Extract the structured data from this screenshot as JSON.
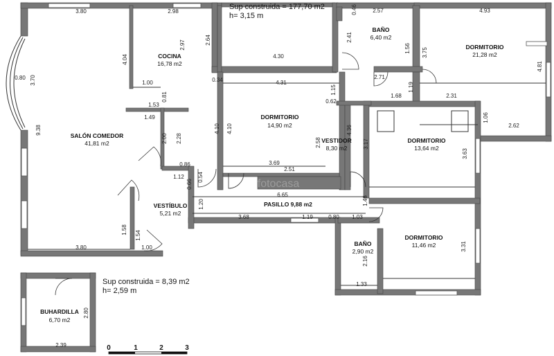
{
  "summary_main": {
    "surface": "Sup construida = 177,70 m2",
    "height": "h= 3,15 m"
  },
  "summary_attic": {
    "surface": "Sup construida = 8,39 m2",
    "height": "h= 2,59 m"
  },
  "rooms": {
    "salon": {
      "name": "SALÓN COMEDOR",
      "area": "41,81 m2"
    },
    "cocina": {
      "name": "COCINA",
      "area": "16,78 m2"
    },
    "dorm_c": {
      "name": "DORMITORIO",
      "area": "14,90 m2"
    },
    "bano1": {
      "name": "BAÑO",
      "area": "6,40 m2"
    },
    "dorm_tr": {
      "name": "DORMITORIO",
      "area": "21,28 m2"
    },
    "vestidor": {
      "name": "VESTIDOR",
      "area": "8,30 m2"
    },
    "dorm_r": {
      "name": "DORMITORIO",
      "area": "13,64 m2"
    },
    "vestibulo": {
      "name": "VESTÍBULO",
      "area": "5,21 m2"
    },
    "pasillo": {
      "name": "PASILLO 9,88 m2"
    },
    "bano2": {
      "name": "BAÑO",
      "area": "2,90 m2"
    },
    "dorm_br": {
      "name": "DORMITORIO",
      "area": "11,46 m2"
    },
    "buhardilla": {
      "name": "BUHARDILLA",
      "area": "6,70 m2"
    }
  },
  "dims": {
    "d380t": "3.80",
    "d298": "2.98",
    "d404": "4.04",
    "d297": "2.97",
    "d264": "2.64",
    "d430": "4.30",
    "d034": "0.34",
    "d431": "4.31",
    "d115": "1.15",
    "d062": "0.62",
    "d100a": "1.00",
    "d081": "0.81",
    "d153": "1.53",
    "d149": "1.49",
    "d080w": "0.80",
    "d370": "3.70",
    "d938": "9.38",
    "d200": "2.00",
    "d228": "2.28",
    "d410a": "4.10",
    "d410b": "4.10",
    "d258": "2.58",
    "d436": "4.36",
    "d317": "3.17",
    "d369": "3.69",
    "d251": "2.51",
    "d086": "0.86",
    "d112": "1.12",
    "d066": "0.66",
    "d054": "0.54",
    "d120": "1.20",
    "d665": "6.65",
    "d046": "0.46",
    "d257": "2.57",
    "d493": "4.93",
    "d241": "2.41",
    "d156": "1.56",
    "d375": "3.75",
    "d481": "4.81",
    "d271": "2.71",
    "d168": "1.68",
    "d119": "1.19",
    "d231": "2.31",
    "d106": "1.06",
    "d262": "2.62",
    "d363": "3.63",
    "d146": "1.46",
    "d103": "1.03",
    "d368": "3.68",
    "d119b": "1.19",
    "d080h": "0.80",
    "d158": "1.58",
    "d154": "1.54",
    "d380b": "3.80",
    "d100b": "1.00",
    "d216": "2.16",
    "d133": "1.33",
    "d331": "3.31",
    "d280": "2.80",
    "d239": "2.39"
  },
  "scale": {
    "t0": "0",
    "t1": "1",
    "t2": "2",
    "t3": "3"
  },
  "watermark": "fotocasa"
}
